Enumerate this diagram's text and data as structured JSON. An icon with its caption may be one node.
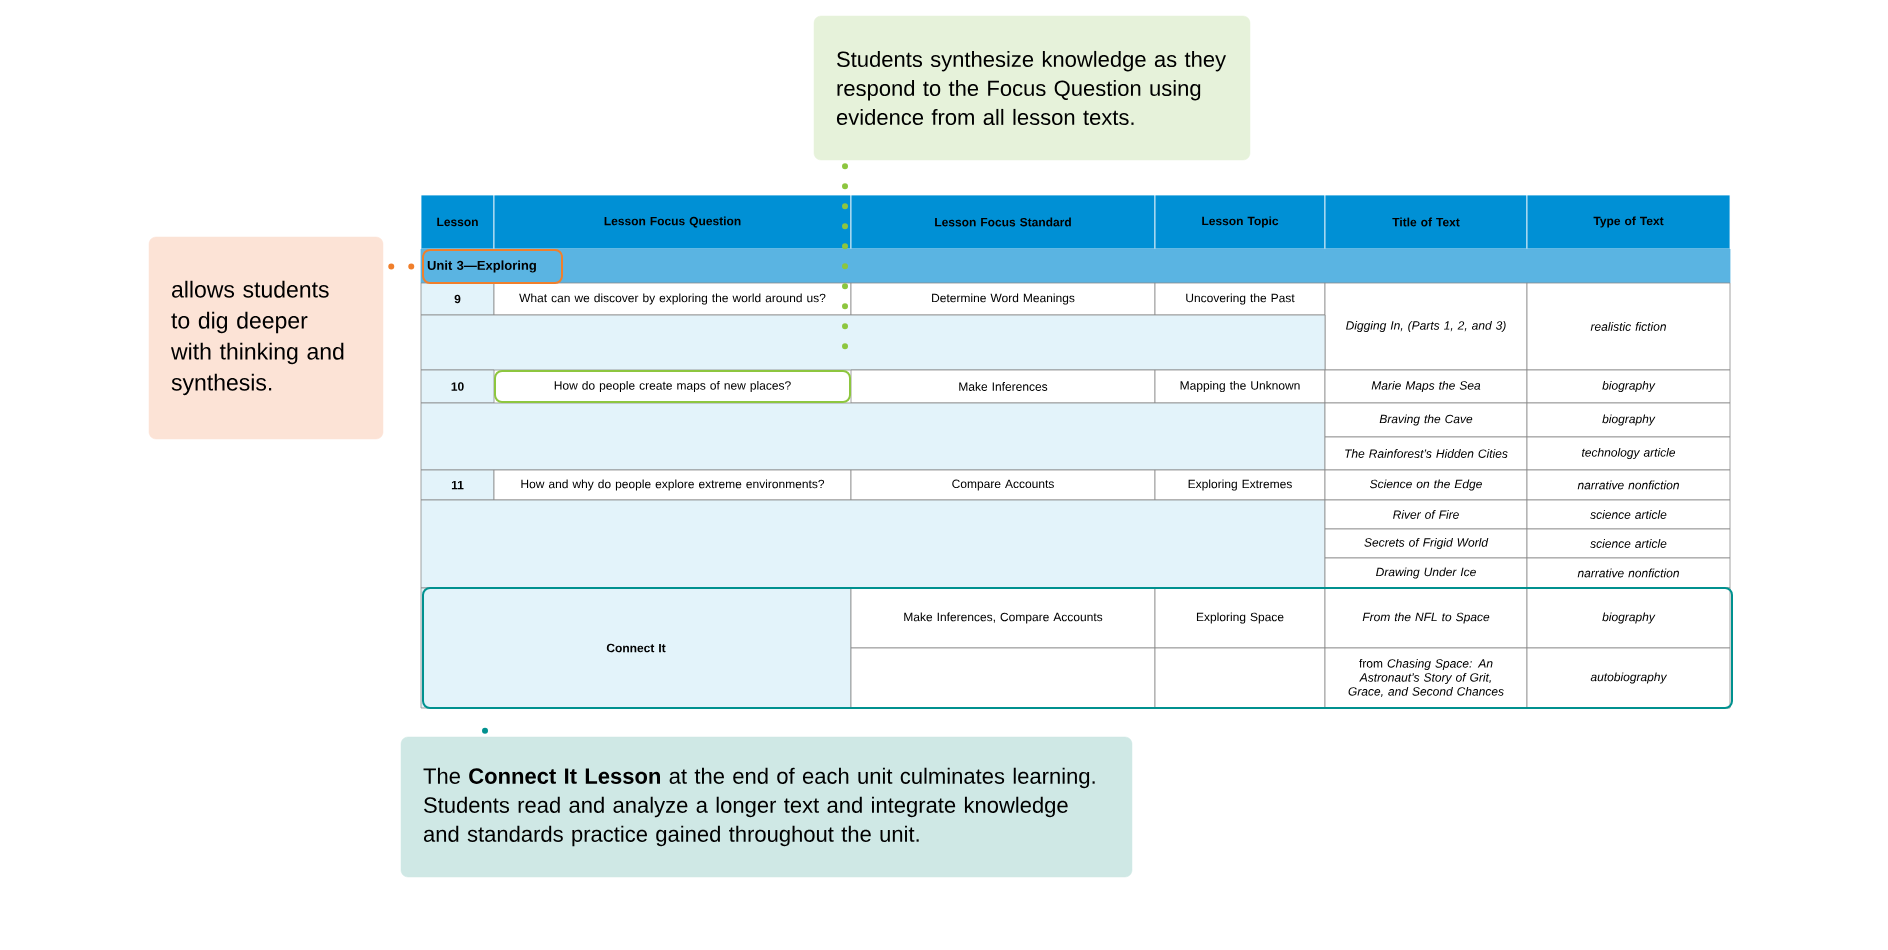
{
  "diagram": {
    "nodes": [
      {
        "text": [
          "allows students to dig deeper with thinking and synthesis."
        ]
      },
      {
        "text": [
          "Unit 3—Exploring"
        ]
      },
      {
        "text": [
          "Students synthesize knowledge as they respond to the Focus Question using evidence from all lesson texts."
        ]
      },
      {
        "text": [
          "How do people create maps of new places?"
        ]
      },
      {
        "text": [],
        "shape": "box"
      },
      {
        "text": [
          "The **Connect It Lesson** at the end of each unit culminates learning. Students read and analyze a longer text and integrate knowledge and standards practice gained throughout the unit."
        ]
      }
    ],
    "edges": [
      {
        "from": 0,
        "to": 1,
        "arrow": "none",
        "style": "dashed",
        "color": "#f07f2c"
      },
      {
        "from": 2,
        "to": 3,
        "arrow": "none",
        "style": "dashed",
        "color": "#8dc63f"
      },
      {
        "from": 5,
        "to": 4,
        "arrow": "none",
        "style": "dashed",
        "color": "#00918f"
      }
    ],
    "labels": [
      "Lesson",
      "Lesson Focus Question",
      "Lesson Focus Standard",
      "Lesson Topic",
      "Title of Text",
      "Type of Text",
      "9",
      "What can we discover by exploring the world around us?",
      "Determine Word Meanings",
      "Uncovering the Past",
      "Digging In, (Parts 1, 2, and 3)",
      "realistic fiction",
      "10",
      "Make Inferences",
      "Mapping the Unknown",
      "Marie Maps the Sea",
      "biography",
      "Braving the Cave",
      "biography",
      "The Rainforest’s Hidden Cities",
      "technology article",
      "11",
      "How and why do people explore extreme environments?",
      "Compare Accounts",
      "Exploring Extremes",
      "Science on the Edge",
      "narrative nonfiction",
      "River of Fire",
      "science article",
      "Secrets of Frigid World",
      "science article",
      "Drawing Under Ice",
      "narrative nonfiction",
      "Connect It",
      "Make Inferences, Compare Accounts",
      "Exploring Space",
      "From the NFL to Space",
      "biography",
      "from *Chasing Space: An Astronaut’s Story of Grit, Grace, and Second Chances*",
      "autobiography"
    ]
  }
}
